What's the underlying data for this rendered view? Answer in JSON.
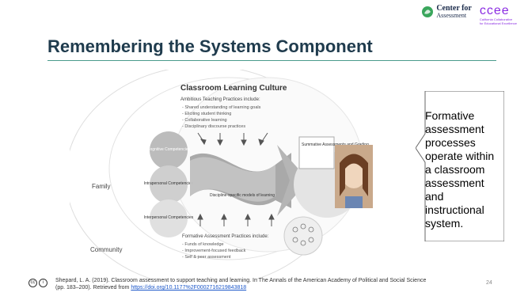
{
  "header": {
    "cfa_line1": "Center for",
    "cfa_line2": "Assessment",
    "ccee_mark": "ccee",
    "ccee_sub1": "California Collaborative",
    "ccee_sub2": "for Educational Excellence"
  },
  "slide": {
    "title": "Remembering the Systems Component",
    "number": "24"
  },
  "figure": {
    "heading": "Classroom Learning Culture",
    "ambitious_heading": "Ambitious Teaching Practices include:",
    "ambitious_items": [
      "- Shared understanding of learning goals",
      "- Eliciting student thinking",
      "- Collaborative learning",
      "- Disciplinary discourse practices"
    ],
    "competencies": [
      "Cognitive Competencies",
      "Intrapersonal Competencies",
      "Interpersonal Competencies"
    ],
    "family_label": "Family",
    "community_label": "Community",
    "discipline_label": "Discipline-specific models of learning",
    "summative_label": "Summative Assessments and Grading",
    "formative_heading": "Formative Assessment Practices include:",
    "formative_items": [
      "- Funds of knowledge",
      "- Improvement-focused feedback",
      "- Self & peer assessment"
    ]
  },
  "callout": {
    "text_lines": [
      "Formative",
      "assessment",
      "processes",
      "operate within",
      "a classroom",
      "assessment",
      "and",
      "instructional",
      "system."
    ]
  },
  "citation": {
    "text": "Shepard, L. A. (2019). Classroom assessment to support teaching and learning. In The Annals of the American Academy of Political and Social Science (pp. 183–200). Retrieved from ",
    "link": "https://doi.org/10.1177%2F0002716219843818"
  },
  "colors": {
    "title": "#1f3b4d",
    "rule": "#4a9b8c",
    "ccee": "#8a2be2",
    "link": "#1a56c9"
  }
}
